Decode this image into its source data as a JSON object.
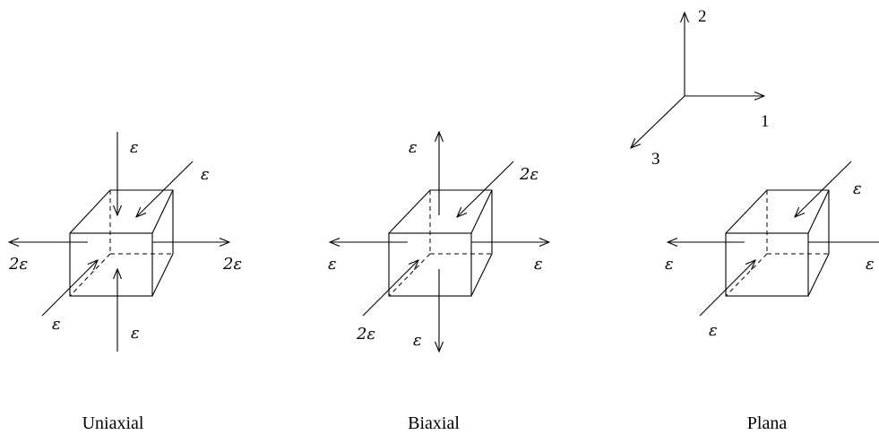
{
  "axes": {
    "axis_1": "1",
    "axis_2": "2",
    "axis_3": "3"
  },
  "uniaxial": {
    "caption": "Uniaxial",
    "top": "ε",
    "bottom": "ε",
    "left": "2ε",
    "right": "2ε",
    "depth_back": "ε",
    "depth_front": "ε"
  },
  "biaxial": {
    "caption": "Biaxial",
    "top": "ε",
    "bottom": "ε",
    "left": "ε",
    "right": "ε",
    "depth_back": "2ε",
    "depth_front": "2ε"
  },
  "plana": {
    "caption": "Plana",
    "left": "ε",
    "right": "ε",
    "depth_back": "ε",
    "depth_front": "ε"
  }
}
